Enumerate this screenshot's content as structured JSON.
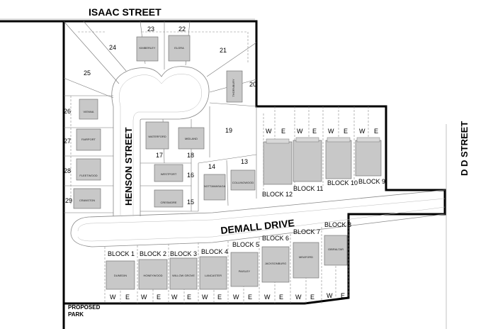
{
  "streets": {
    "isaac": "ISAAC STREET",
    "henson": "HENSON STREET",
    "demall": "DEMALL DRIVE",
    "dd": "D D STREET"
  },
  "park_label": [
    "PROPOSED",
    "PARK"
  ],
  "lots": [
    {
      "id": "23",
      "label": "23"
    },
    {
      "id": "22",
      "label": "22"
    },
    {
      "id": "24",
      "label": "24"
    },
    {
      "id": "21",
      "label": "21"
    },
    {
      "id": "25",
      "label": "25"
    },
    {
      "id": "20",
      "label": "20"
    },
    {
      "id": "26",
      "label": "26"
    },
    {
      "id": "19",
      "label": "19"
    },
    {
      "id": "27",
      "label": "27"
    },
    {
      "id": "17",
      "label": "17"
    },
    {
      "id": "18",
      "label": "18"
    },
    {
      "id": "13",
      "label": "13"
    },
    {
      "id": "14",
      "label": "14"
    },
    {
      "id": "16",
      "label": "16"
    },
    {
      "id": "28",
      "label": "28"
    },
    {
      "id": "15",
      "label": "15"
    },
    {
      "id": "29",
      "label": "29"
    }
  ],
  "models": {
    "kimberley": "KIMBERLEY",
    "elora": "ELORA",
    "thornbury": "THORNBURY",
    "vienna": "VIENNA",
    "fairport": "FAIRPORT",
    "fleetwood": "FLEETWOOD",
    "cranston": "CRANSTON",
    "waterford": "WATERFORD",
    "midland": "MIDLAND",
    "westport": "WESTPORT",
    "cresmore": "CRESMORE",
    "nottawasaga": "NOTTAWASAGA",
    "collingwood": "COLLINGWOOD",
    "dunedin": "DUNEDIN",
    "honeywood": "HONEYWOOD",
    "willowgrove": "WILLOW GROVE",
    "lancaster": "LANCASTER",
    "paisley": "PAISLEY",
    "jacksonburg": "JACKSONBURG",
    "meaford": "MEAFORD",
    "gibraltar": "GIBRALTAR"
  },
  "blocks_north": [
    "BLOCK 12",
    "BLOCK 11",
    "BLOCK 10",
    "BLOCK 9"
  ],
  "blocks_south": [
    "BLOCK 1",
    "BLOCK 2",
    "BLOCK 3",
    "BLOCK 4",
    "BLOCK 5",
    "BLOCK 6",
    "BLOCK 7",
    "BLOCK 8"
  ],
  "w": "W",
  "e": "E"
}
